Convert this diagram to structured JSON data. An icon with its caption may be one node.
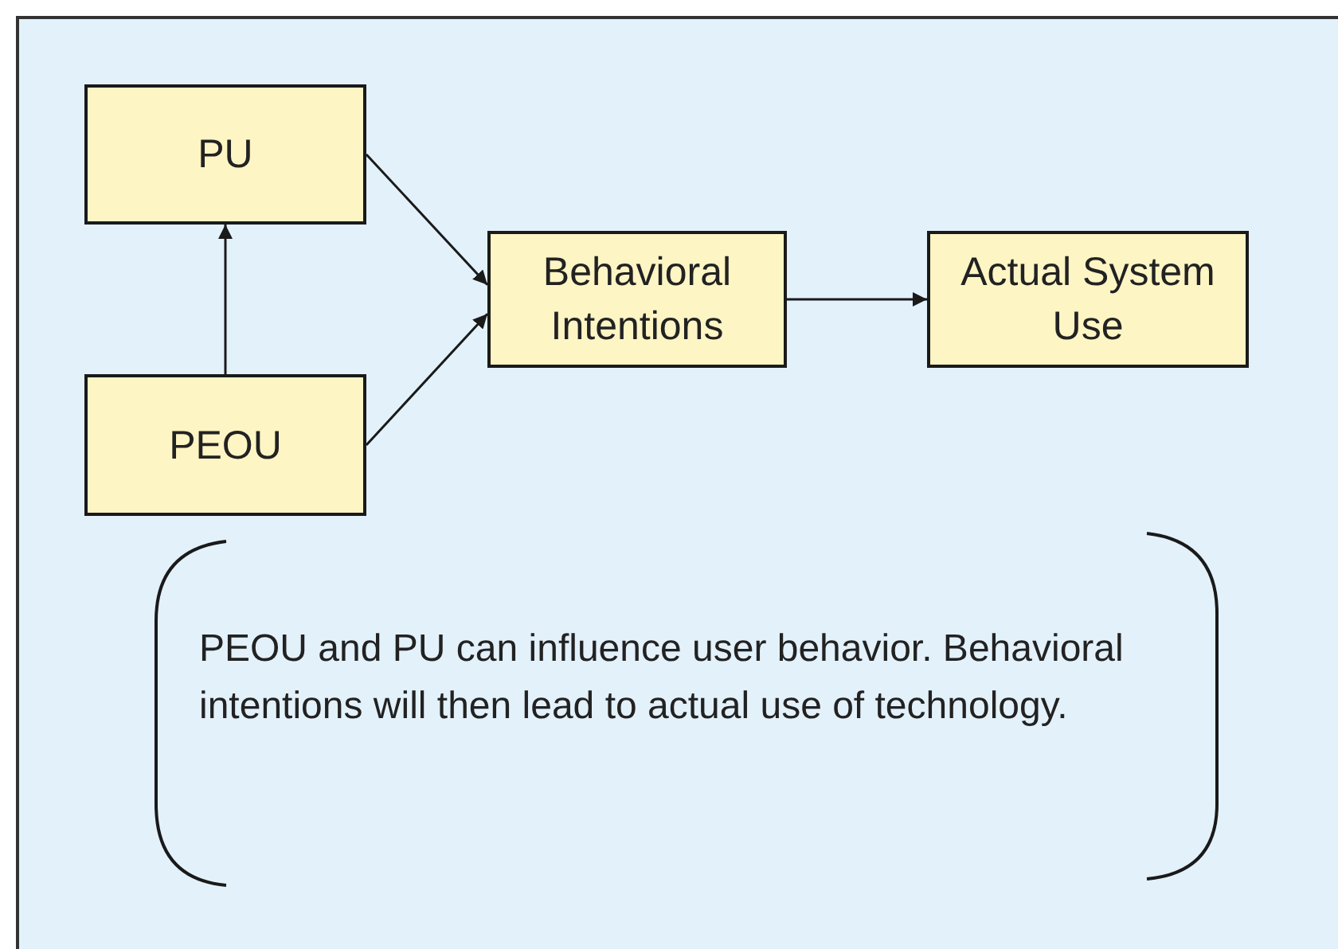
{
  "diagram": {
    "nodes": [
      {
        "text": [
          "PU"
        ]
      },
      {
        "text": [
          "PEOU"
        ]
      },
      {
        "text": [
          "Behavioral Intentions"
        ]
      },
      {
        "text": [
          "Actual System Use"
        ]
      }
    ],
    "edges": [
      {
        "from": 1,
        "to": 0,
        "arrow": "to"
      },
      {
        "from": 0,
        "to": 2,
        "arrow": "to"
      },
      {
        "from": 1,
        "to": 2,
        "arrow": "to"
      },
      {
        "from": 2,
        "to": 3,
        "arrow": "to"
      }
    ],
    "labels": [
      "PEOU and PU can influence user behavior. Behavioral intentions will then lead to actual use of technology."
    ]
  }
}
